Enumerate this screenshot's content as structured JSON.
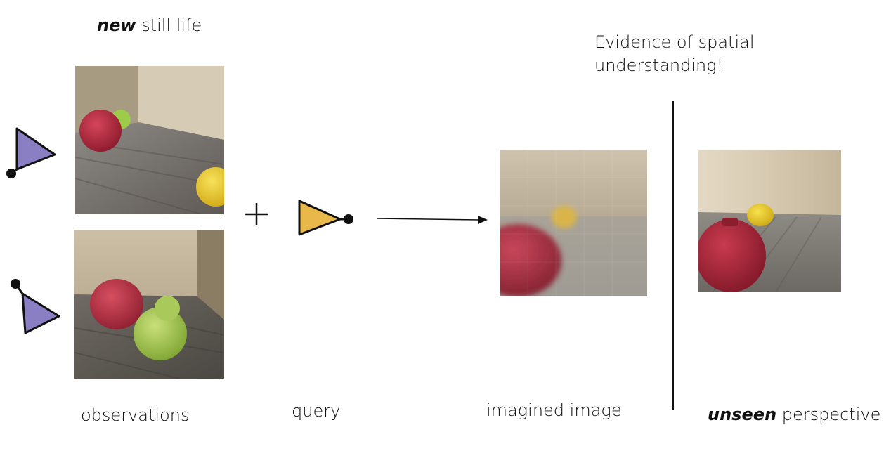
{
  "title": {
    "emphasis": "new",
    "rest": " still life"
  },
  "evidence_text": {
    "line1": "Evidence of spatial",
    "line2": "understanding!"
  },
  "captions": {
    "observations": "observations",
    "query": "query",
    "imagined": "imagined image",
    "unseen_emphasis": "unseen",
    "unseen_rest": " perspective"
  },
  "symbols": {
    "plus": "+"
  },
  "colors": {
    "observation_camera": "#8b7fc4",
    "query_camera": "#e8b84a",
    "camera_outline": "#111111"
  },
  "icons": [
    "camera-icon",
    "plus-icon",
    "arrow-icon"
  ]
}
